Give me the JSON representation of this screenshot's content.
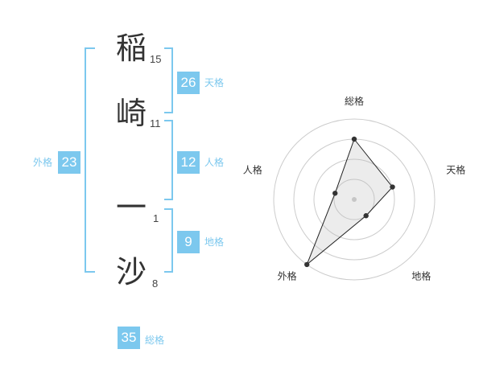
{
  "name": {
    "characters": [
      {
        "char": "稲",
        "strokes": "15"
      },
      {
        "char": "崎",
        "strokes": "11"
      },
      {
        "char": "一",
        "strokes": "1"
      },
      {
        "char": "沙",
        "strokes": "8"
      }
    ]
  },
  "fortunes": {
    "tenkaku": {
      "value": "26",
      "label": "天格"
    },
    "jinkaku": {
      "value": "12",
      "label": "人格"
    },
    "chikaku": {
      "value": "9",
      "label": "地格"
    },
    "gaikaku": {
      "value": "23",
      "label": "外格"
    },
    "soukaku": {
      "value": "35",
      "label": "総格"
    }
  },
  "colors": {
    "accent": "#7cc8ee",
    "text": "#333333",
    "grid": "#cccccc"
  },
  "chart_data": {
    "type": "radar",
    "axes": [
      "総格",
      "天格",
      "地格",
      "外格",
      "人格"
    ],
    "levels": 4,
    "range": [
      0,
      4
    ],
    "values": [
      3,
      2,
      1,
      4,
      1
    ],
    "grid": true
  }
}
